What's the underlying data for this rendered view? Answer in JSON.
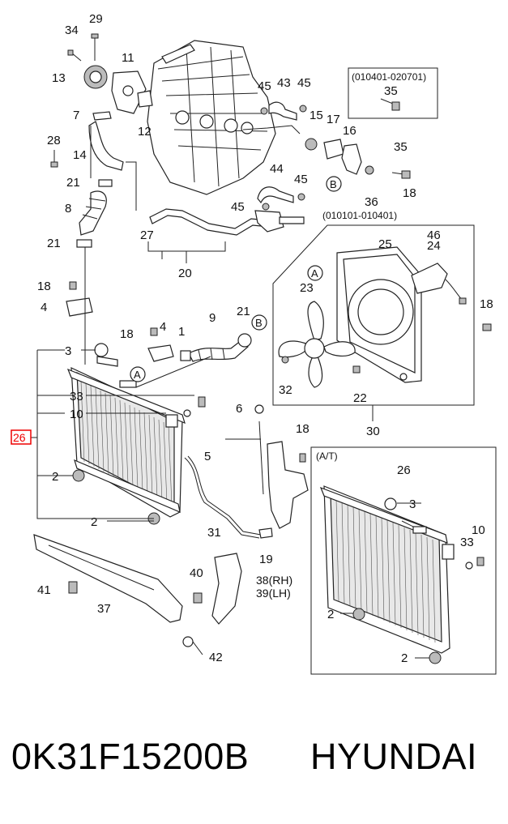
{
  "diagram": {
    "callouts": [
      "29",
      "34",
      "11",
      "13",
      "7",
      "12",
      "28",
      "14",
      "21",
      "8",
      "21",
      "18",
      "4",
      "45",
      "43",
      "45",
      "15",
      "17",
      "16",
      "35",
      "35",
      "36",
      "18",
      "44",
      "45",
      "45",
      "27",
      "20",
      "46",
      "25",
      "24",
      "23",
      "18",
      "18",
      "4",
      "1",
      "9",
      "21",
      "3",
      "33",
      "10",
      "26",
      "2",
      "2",
      "32",
      "22",
      "30",
      "6",
      "5",
      "18",
      "31",
      "19",
      "40",
      "38(RH)",
      "39(LH)",
      "41",
      "37",
      "42",
      "26",
      "3",
      "33",
      "10",
      "2",
      "2"
    ],
    "circle_refs": [
      "A",
      "A",
      "B",
      "B"
    ],
    "boxes": {
      "serial_range_1": "(010401-020701)",
      "serial_range_2": "(010101-010401)",
      "auto_trans_label": "(A/T)",
      "highlighted_ref": "26"
    }
  },
  "caption": {
    "part_number": "0K31F15200B",
    "brand": "HYUNDAI"
  }
}
